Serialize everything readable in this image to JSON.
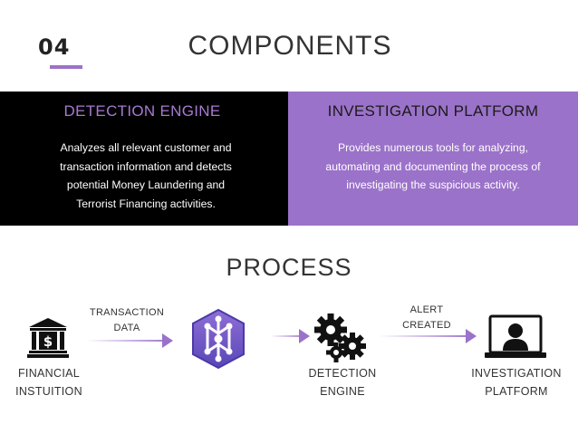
{
  "slide": {
    "number": "04",
    "title": "COMPONENTS",
    "accent": "#9b72c9"
  },
  "panels": {
    "detection": {
      "heading": "DETECTION ENGINE",
      "lines": [
        "Analyzes all relevant customer and",
        "transaction information and detects",
        "potential Money Laundering and",
        "Terrorist Financing activities."
      ],
      "background": "#000000",
      "heading_color": "#a77ad3"
    },
    "investigation": {
      "heading": "INVESTIGATION PLATFORM",
      "lines": [
        "Provides numerous tools for analyzing,",
        "automating and documenting the process of",
        "investigating the suspicious activity."
      ],
      "background": "#9b72c9"
    }
  },
  "process": {
    "title": "PROCESS",
    "nodes": {
      "bank": {
        "icon": "bank-icon",
        "line1": "FINANCIAL",
        "line2": "INSTUITION"
      },
      "hub": {
        "icon": "network-hexagon-icon"
      },
      "engine": {
        "icon": "gears-icon",
        "line1": "DETECTION",
        "line2": "ENGINE"
      },
      "platform": {
        "icon": "computer-user-icon",
        "line1": "INVESTIGATION",
        "line2": "PLATFORM"
      }
    },
    "edges": {
      "transaction": {
        "line1": "TRANSACTION",
        "line2": "DATA"
      },
      "alert": {
        "line1": "ALERT",
        "line2": "CREATED"
      }
    }
  }
}
